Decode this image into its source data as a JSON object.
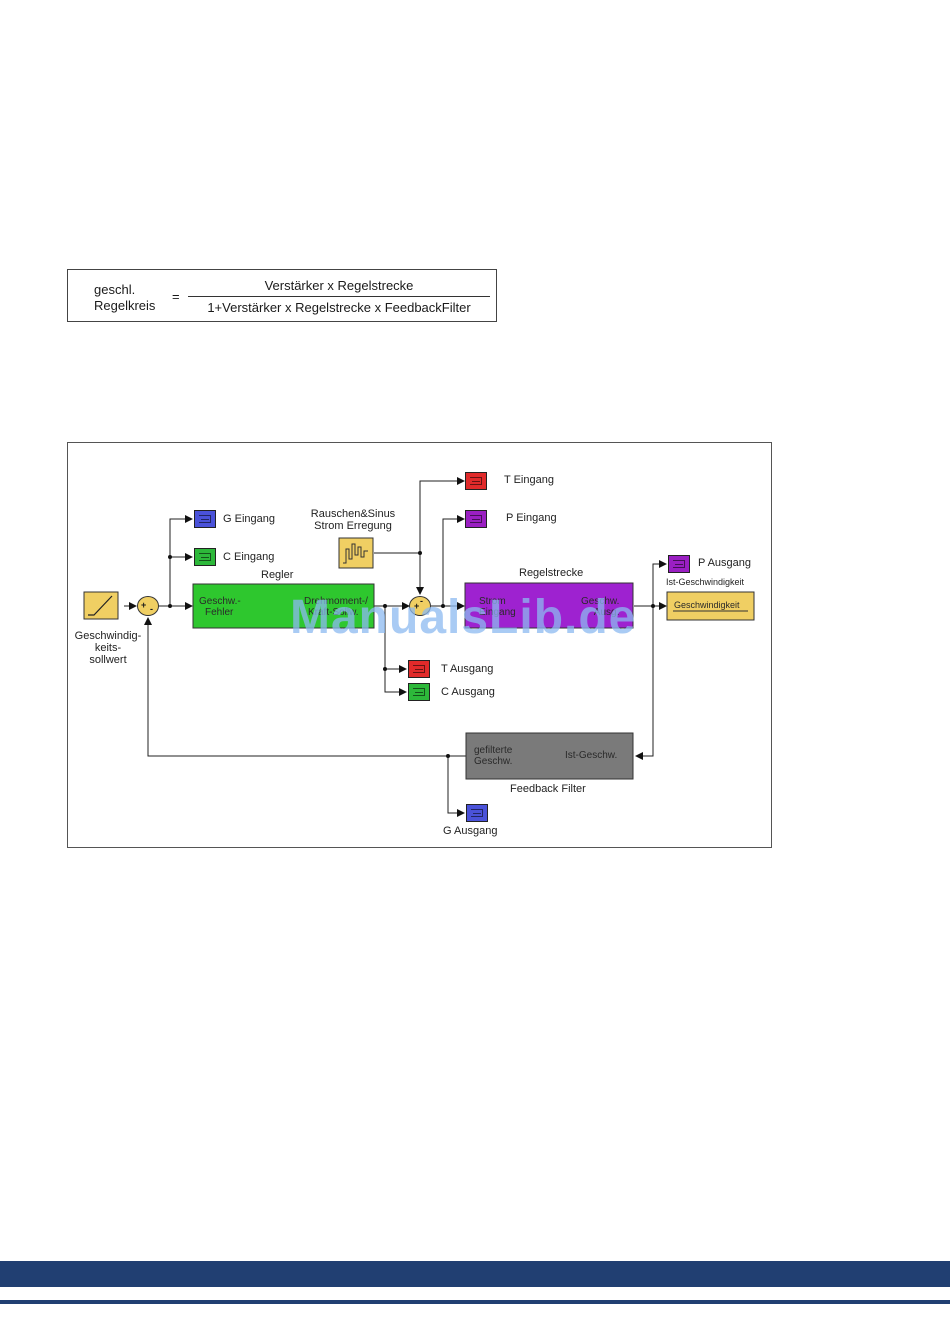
{
  "formula": {
    "lhs_line1": "geschl.",
    "lhs_line2": "Regelkreis",
    "equals": "=",
    "numerator": "Verstärker x Regelstrecke",
    "denominator": "1+Verstärker x Regelstrecke x FeedbackFilter"
  },
  "diagram": {
    "setpoint_label": [
      "Geschwindig-",
      "keits-",
      "sollwert"
    ],
    "g_eingang": "G Eingang",
    "c_eingang": "C Eingang",
    "noise_label": [
      "Rauschen&Sinus",
      "Strom Erregung"
    ],
    "t_eingang": "T Eingang",
    "p_eingang": "P Eingang",
    "regler_title": "Regler",
    "regler_in": [
      "Geschw.-",
      "Fehler"
    ],
    "regler_out": [
      "Drehmoment-/",
      "Kraft-Sollw."
    ],
    "regelstrecke_title": "Regelstrecke",
    "strecke_in": [
      "Strom",
      "Eingang"
    ],
    "strecke_out": [
      "Geschw.",
      "Ausg."
    ],
    "p_ausgang": "P Ausgang",
    "ist_title": "Ist-Geschwindigkeit",
    "ist_display": "Geschwindigkeit",
    "t_ausgang": "T Ausgang",
    "c_ausgang": "C Ausgang",
    "filter_in": [
      "gefilterte",
      "Geschw."
    ],
    "filter_out": "Ist-Geschw.",
    "filter_title": "Feedback Filter",
    "g_ausgang": "G Ausgang",
    "sum1_signs": [
      "+",
      "-"
    ],
    "sum2_signs": [
      "+",
      "-"
    ]
  },
  "watermark": "ManualsLib.de",
  "colors": {
    "footer": "#213f72",
    "regler": "#2ec72e",
    "regelstrecke": "#9e22d0",
    "feedback_filter": "#7a7a7a",
    "source": "#f0cf63"
  }
}
